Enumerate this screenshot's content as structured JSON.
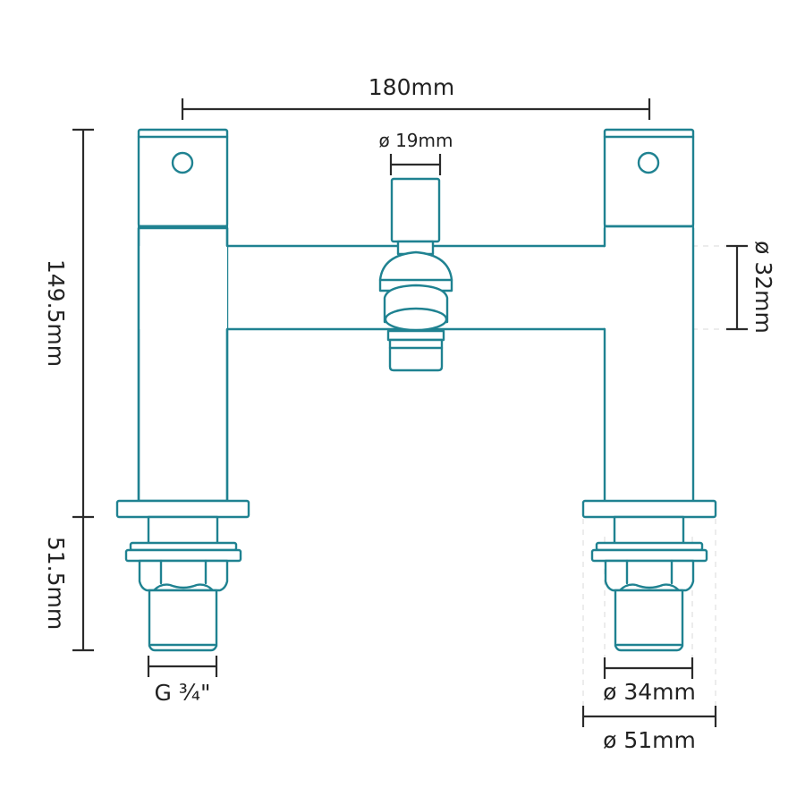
{
  "diagram": {
    "subject": "Bath filler tap technical drawing",
    "colors": {
      "outline": "#1f8291",
      "dimension": "#2b2b2b",
      "background": "#ffffff"
    },
    "dimensions": {
      "overall_width": "180mm",
      "spout_outlet_diameter": "ø 19mm",
      "body_diameter": "ø 32mm",
      "height_above_deck": "149.5mm",
      "height_below_deck": "51.5mm",
      "inlet_thread": "G ¾\"",
      "tail_diameter": "ø 34mm",
      "base_flange_diameter": "ø 51mm"
    }
  }
}
